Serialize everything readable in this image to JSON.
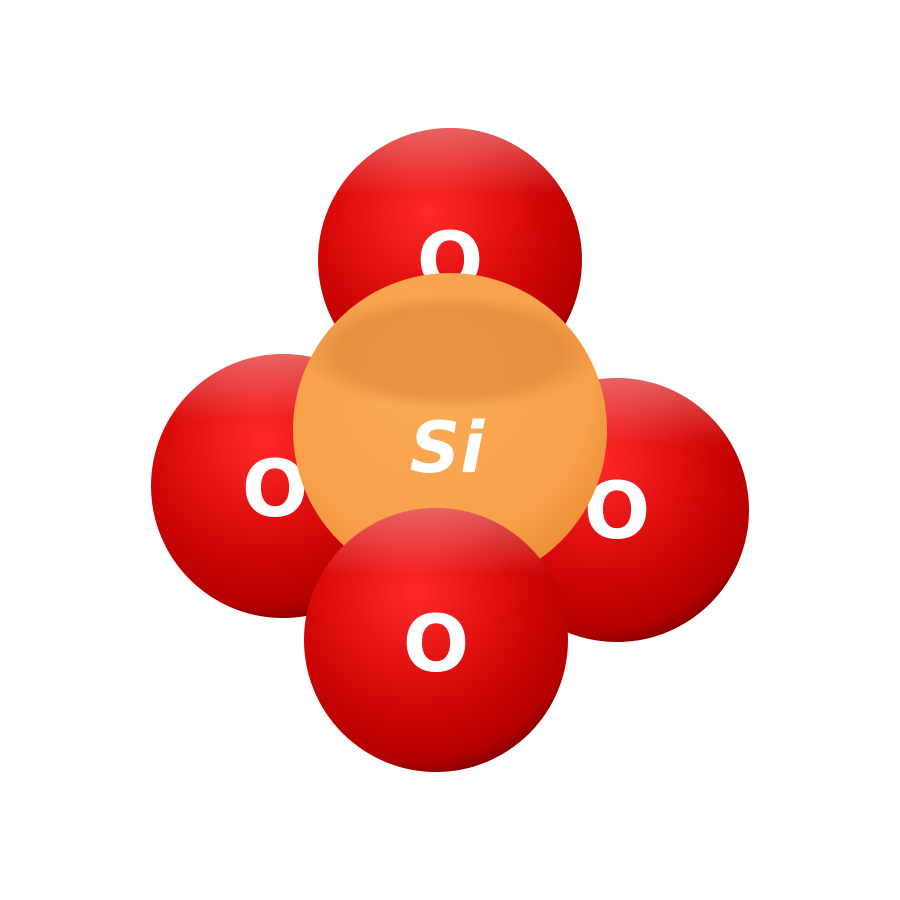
{
  "molecule": {
    "central_atom": {
      "symbol": "Si",
      "color": "#f8a24c"
    },
    "outer_atoms": [
      {
        "id": "top",
        "symbol": "O"
      },
      {
        "id": "left",
        "symbol": "O"
      },
      {
        "id": "right",
        "symbol": "O"
      },
      {
        "id": "bottom",
        "symbol": "O"
      }
    ],
    "outer_atom_color": "#d00808",
    "background_color": "#ffffff"
  }
}
